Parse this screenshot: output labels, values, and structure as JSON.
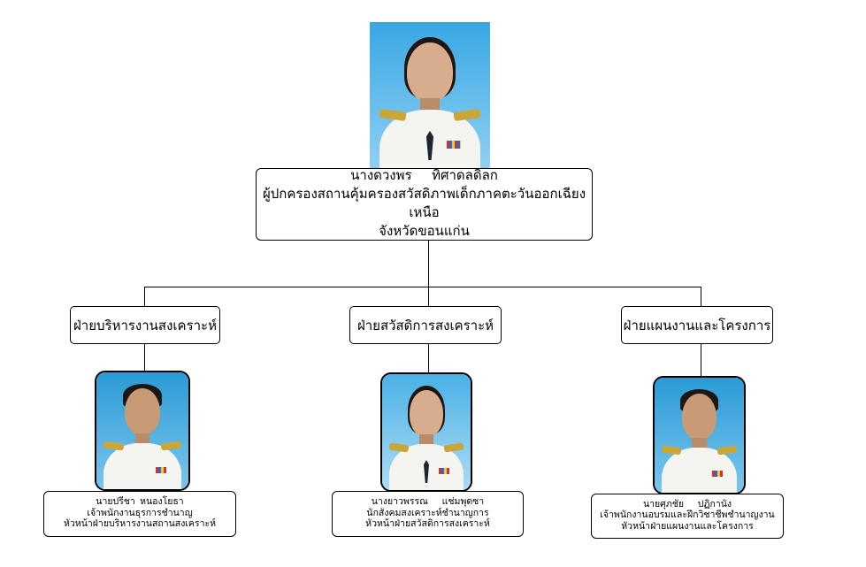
{
  "director": {
    "name_first": "นางดวงพร",
    "name_last": "ทิศาดลดิลก",
    "position": "ผู้ปกครองสถานคุ้มครองสวัสดิภาพเด็กภาคตะวันออกเฉียงเหนือ",
    "province": "จังหวัดขอนแก่น"
  },
  "departments": [
    {
      "title": "ฝ่ายบริหารงานสงเคราะห์",
      "staff": {
        "name_first": "นายปรีชา",
        "name_last": "หนองโยธา",
        "position": "เจ้าพนักงานธุรการชำนาญ",
        "role": "หัวหน้าฝ่ายบริหารงานสถานสงเคราะห์"
      }
    },
    {
      "title": "ฝ่ายสวัสดิการสงเคราะห์",
      "staff": {
        "name_first": "นางยาวพรรณ",
        "name_last": "แช่มพุดซา",
        "position": "นักสังคมสงเคราะห์ชำนาญการ",
        "role": "หัวหน้าฝ่ายสวัสดิการสงเคราะห์"
      }
    },
    {
      "title": "ฝ่ายแผนงานและโครงการ",
      "staff": {
        "name_first": "นายศุภชัย",
        "name_last": "ปฏิกานัง",
        "position": "เจ้าพนักงานอบรมและฝึกวิชาชีพชำนาญงาน",
        "role": "หัวหน้าฝ่ายแผนงานและโครงการ"
      }
    }
  ]
}
